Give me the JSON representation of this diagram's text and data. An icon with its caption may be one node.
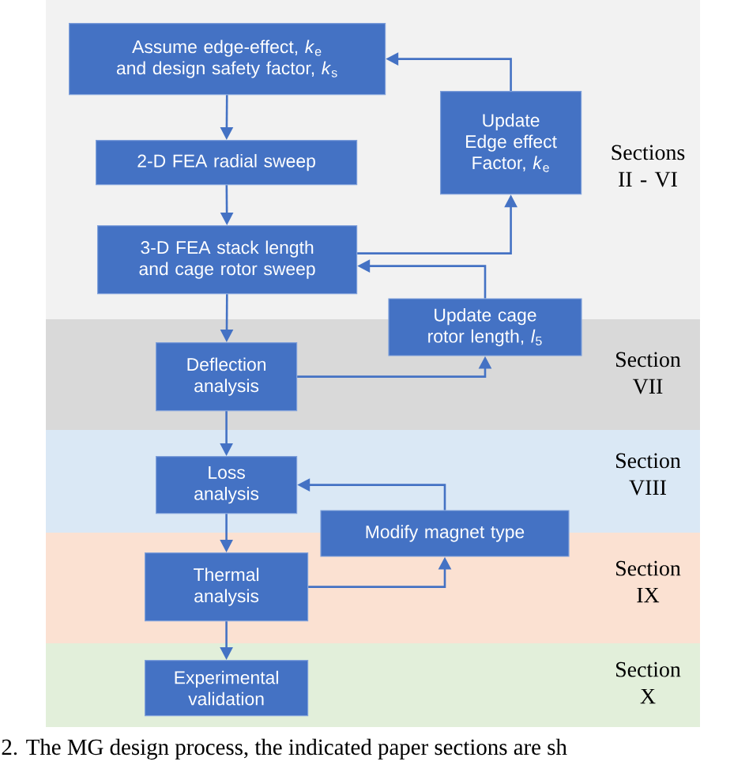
{
  "diagram": {
    "caption": "2. The MG design process, the indicated paper sections are sh",
    "nodes": [
      {
        "text": [
          "Sections II - VI"
        ]
      },
      {
        "text": [
          "Assume edge-effect, *k*$_{e}$ and design safety factor, *k*$_{s}$"
        ],
        "in": 0
      },
      {
        "text": [
          "Update Edge effect Factor, *k*$_{e}$"
        ],
        "in": 0
      },
      {
        "text": [
          "2-D FEA radial sweep"
        ],
        "in": 0
      },
      {
        "text": [
          "3-D FEA stack length and cage rotor sweep"
        ],
        "in": 0
      },
      {
        "text": [
          "Section VII"
        ]
      },
      {
        "text": [
          "Update cage rotor length, *l*$_{5}$"
        ]
      },
      {
        "text": [
          "Deflection analysis"
        ],
        "in": 5
      },
      {
        "text": [
          "Section VIII"
        ]
      },
      {
        "text": [
          "Loss analysis"
        ],
        "in": 8
      },
      {
        "text": [
          "Modify magnet type"
        ]
      },
      {
        "text": [
          "Section IX"
        ]
      },
      {
        "text": [
          "Thermal analysis"
        ],
        "in": 11
      },
      {
        "text": [
          "Section X"
        ]
      },
      {
        "text": [
          "Experimental validation"
        ],
        "in": 13
      }
    ],
    "edges": [
      {
        "from": 1,
        "to": 3,
        "arrow": "to"
      },
      {
        "from": 3,
        "to": 4,
        "arrow": "to"
      },
      {
        "from": 4,
        "to": 2,
        "arrow": "to"
      },
      {
        "from": 2,
        "to": 1,
        "arrow": "to"
      },
      {
        "from": 4,
        "to": 7,
        "arrow": "to"
      },
      {
        "from": 7,
        "to": 6,
        "arrow": "to"
      },
      {
        "from": 6,
        "to": 4,
        "arrow": "to"
      },
      {
        "from": 7,
        "to": 9,
        "arrow": "to"
      },
      {
        "from": 9,
        "to": 12,
        "arrow": "to"
      },
      {
        "from": 12,
        "to": 10,
        "arrow": "to"
      },
      {
        "from": 10,
        "to": 9,
        "arrow": "to"
      },
      {
        "from": 12,
        "to": 14,
        "arrow": "to"
      }
    ]
  }
}
